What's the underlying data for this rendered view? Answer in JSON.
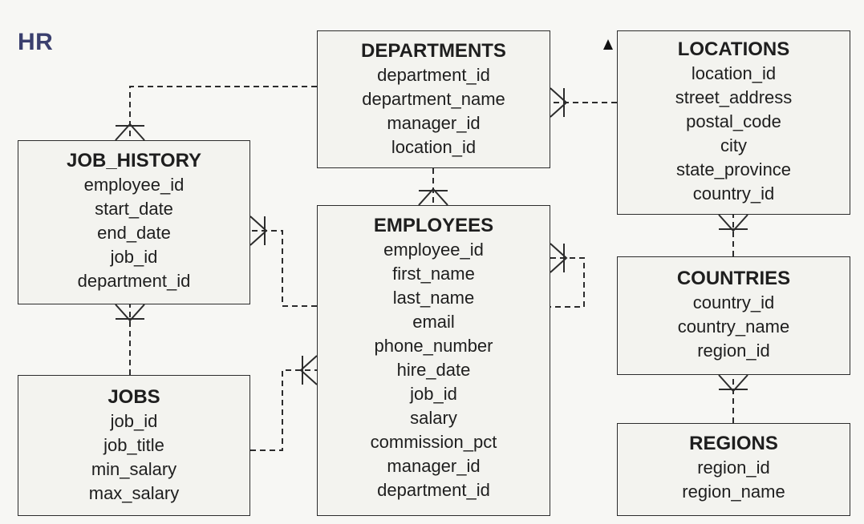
{
  "schema": {
    "label": "HR"
  },
  "tables": [
    {
      "id": "departments",
      "title": "DEPARTMENTS",
      "fields": [
        "department_id",
        "department_name",
        "manager_id",
        "location_id"
      ]
    },
    {
      "id": "locations",
      "title": "LOCATIONS",
      "fields": [
        "location_id",
        "street_address",
        "postal_code",
        "city",
        "state_province",
        "country_id"
      ]
    },
    {
      "id": "job_history",
      "title": "JOB_HISTORY",
      "fields": [
        "employee_id",
        "start_date",
        "end_date",
        "job_id",
        "department_id"
      ]
    },
    {
      "id": "employees",
      "title": "EMPLOYEES",
      "fields": [
        "employee_id",
        "first_name",
        "last_name",
        "email",
        "phone_number",
        "hire_date",
        "job_id",
        "salary",
        "commission_pct",
        "manager_id",
        "department_id"
      ]
    },
    {
      "id": "countries",
      "title": "COUNTRIES",
      "fields": [
        "country_id",
        "country_name",
        "region_id"
      ]
    },
    {
      "id": "jobs",
      "title": "JOBS",
      "fields": [
        "job_id",
        "job_title",
        "min_salary",
        "max_salary"
      ]
    },
    {
      "id": "regions",
      "title": "REGIONS",
      "fields": [
        "region_id",
        "region_name"
      ]
    }
  ],
  "relationships": [
    {
      "id": "departments-job_history",
      "from": "departments",
      "to": "job_history",
      "cardinality": "one-to-many"
    },
    {
      "id": "locations-departments",
      "from": "locations",
      "to": "departments",
      "cardinality": "one-to-many"
    },
    {
      "id": "departments-employees",
      "from": "departments",
      "to": "employees",
      "cardinality": "one-to-many"
    },
    {
      "id": "employees-job_history",
      "from": "employees",
      "to": "job_history",
      "cardinality": "one-to-many"
    },
    {
      "id": "jobs-job_history",
      "from": "jobs",
      "to": "job_history",
      "cardinality": "one-to-many"
    },
    {
      "id": "jobs-employees",
      "from": "jobs",
      "to": "employees",
      "cardinality": "one-to-many"
    },
    {
      "id": "employees-employees",
      "from": "employees",
      "to": "employees",
      "cardinality": "one-to-many"
    },
    {
      "id": "countries-locations",
      "from": "countries",
      "to": "locations",
      "cardinality": "one-to-many"
    },
    {
      "id": "regions-countries",
      "from": "regions",
      "to": "countries",
      "cardinality": "one-to-many"
    }
  ]
}
